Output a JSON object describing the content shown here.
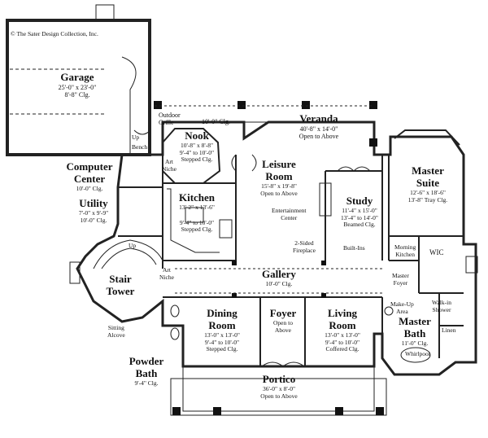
{
  "copyright": "© The Sater Design Collection, Inc.",
  "rooms": {
    "garage": {
      "name": "Garage",
      "dims": "25'-0\" x 23'-0\"",
      "clg": "8'-8\" Clg."
    },
    "veranda": {
      "name": "Veranda",
      "dims": "40'-8\" x 14'-0\"",
      "clg": "Open to Above"
    },
    "nook": {
      "name": "Nook",
      "dims": "10'-8\" x 8'-8\"",
      "clg1": "9'-4\" to 10'-0\"",
      "clg2": "Stepped Clg."
    },
    "leisure": {
      "name1": "Leisure",
      "name2": "Room",
      "dims": "15'-8\" x 19'-8\"",
      "clg": "Open to Above"
    },
    "master_suite": {
      "name1": "Master",
      "name2": "Suite",
      "dims": "12'-6\" x 18'-6\"",
      "clg": "13'-8\" Tray Clg."
    },
    "computer": {
      "name1": "Computer",
      "name2": "Center",
      "clg": "10'-0\" Clg."
    },
    "utility": {
      "name": "Utility",
      "dims": "7'-0\" x 9'-9\"",
      "clg": "10'-0\" Clg."
    },
    "kitchen": {
      "name": "Kitchen",
      "dims": "13'-2\" x 13'-6\"",
      "clg1": "9'-4\" to 10'-0\"",
      "clg2": "Stepped Clg."
    },
    "study": {
      "name": "Study",
      "dims": "11'-4\" x 15'-0\"",
      "clg1": "13'-4\" to 14'-0\"",
      "clg2": "Beamed Clg."
    },
    "gallery": {
      "name": "Gallery",
      "clg": "10'-0\" Clg."
    },
    "stair": {
      "name1": "Stair",
      "name2": "Tower"
    },
    "dining": {
      "name1": "Dining",
      "name2": "Room",
      "dims": "13'-0\" x 13'-0\"",
      "clg1": "9'-4\" to 10'-0\"",
      "clg2": "Stepped Clg."
    },
    "foyer": {
      "name": "Foyer",
      "clg1": "Open to",
      "clg2": "Above"
    },
    "living": {
      "name1": "Living",
      "name2": "Room",
      "dims": "13'-0\" x 13'-0\"",
      "clg1": "9'-4\" to 10'-0\"",
      "clg2": "Coffered Clg."
    },
    "master_bath": {
      "name1": "Master",
      "name2": "Bath",
      "clg": "11'-0\" Clg."
    },
    "powder": {
      "name1": "Powder",
      "name2": "Bath",
      "clg": "9'-4\" Clg."
    },
    "portico": {
      "name": "Portico",
      "dims": "36'-0\" x 8'-0\"",
      "clg": "Open to Above"
    }
  },
  "notes": {
    "outdoor_grille1": "Outdoor",
    "outdoor_grille2": "Grille",
    "veranda_clg": "10'-0\" Clg.",
    "up1": "Up",
    "bench": "Bench",
    "art1": "Art",
    "niche1": "Niche",
    "entertainment1": "Entertainment",
    "entertainment2": "Center",
    "fireplace1": "2-Sided",
    "fireplace2": "Fireplace",
    "builtins": "Built-Ins",
    "morning1": "Morning",
    "morning2": "Kitchen",
    "wic": "WIC",
    "master_foyer1": "Master",
    "master_foyer2": "Foyer",
    "makeup1": "Make-Up",
    "makeup2": "Area",
    "walkin1": "Walk-in",
    "walkin2": "Shower",
    "linen": "Linen",
    "whirlpool": "Whirlpool",
    "up2": "Up",
    "art2": "Art",
    "niche2": "Niche",
    "sitting1": "Sitting",
    "sitting2": "Alcove"
  }
}
